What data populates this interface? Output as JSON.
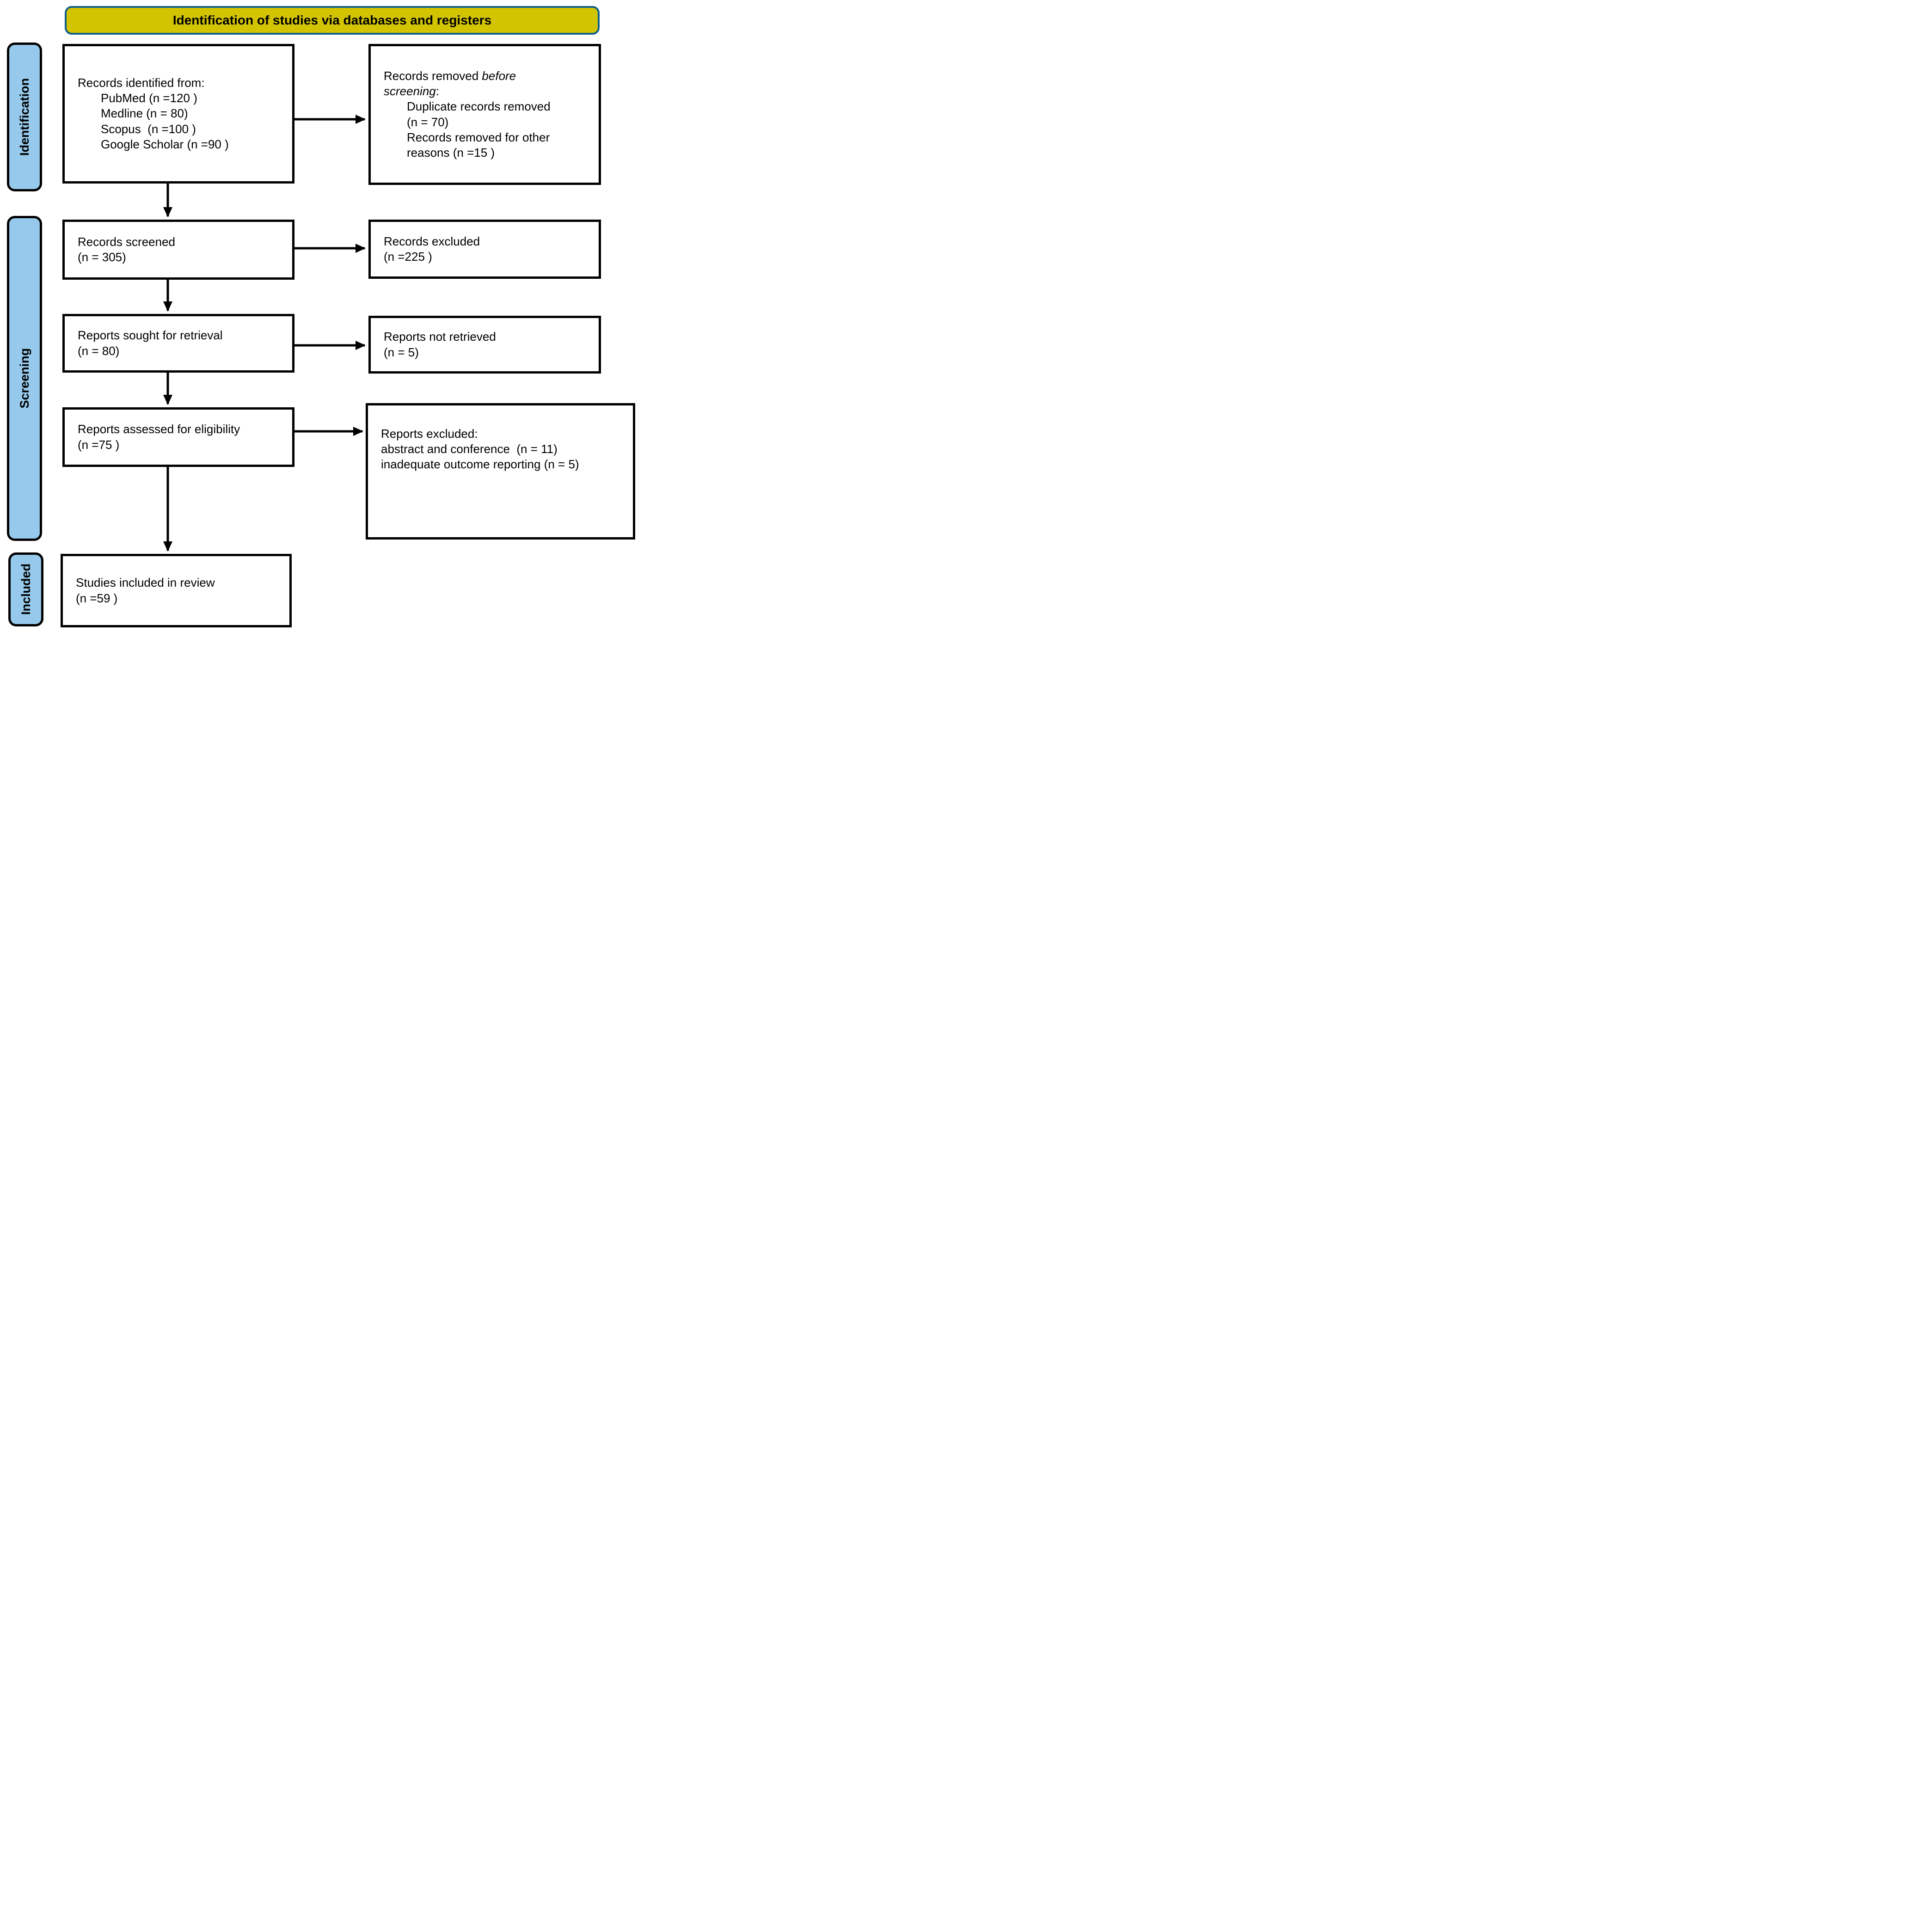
{
  "banner": {
    "label": "Identification of studies via databases and registers"
  },
  "colors": {
    "banner_fill": "#d2c400",
    "banner_border": "#12608a",
    "stage_fill": "#96c9eb",
    "box_border": "#000000"
  },
  "stages": [
    {
      "label": "Identification"
    },
    {
      "label": "Screening"
    },
    {
      "label": "Included"
    }
  ],
  "boxes": {
    "records_identified": {
      "lines": [
        {
          "parts": [
            {
              "t": "Records identified from:"
            }
          ]
        },
        {
          "parts": [
            {
              "t": "PubMed (n =120 )"
            }
          ],
          "indent": true
        },
        {
          "parts": [
            {
              "t": "Medline (n = 80)"
            }
          ],
          "indent": true
        },
        {
          "parts": [
            {
              "t": "Scopus  (n =100 )"
            }
          ],
          "indent": true
        },
        {
          "parts": [
            {
              "t": "Google Scholar (n =90 )"
            }
          ],
          "indent": true
        }
      ]
    },
    "records_removed": {
      "lines": [
        {
          "parts": [
            {
              "t": "Records removed "
            },
            {
              "t": "before",
              "i": true
            }
          ]
        },
        {
          "parts": [
            {
              "t": "screening",
              "i": true
            },
            {
              "t": ":"
            }
          ]
        },
        {
          "parts": [
            {
              "t": "Duplicate records removed"
            }
          ],
          "indent": true
        },
        {
          "parts": [
            {
              "t": "(n = 70)"
            }
          ],
          "indent": true
        },
        {
          "parts": [
            {
              "t": "Records removed for other"
            }
          ],
          "indent": true
        },
        {
          "parts": [
            {
              "t": "reasons (n =15 )"
            }
          ],
          "indent": true
        }
      ]
    },
    "records_screened": {
      "lines": [
        {
          "parts": [
            {
              "t": "Records screened"
            }
          ]
        },
        {
          "parts": [
            {
              "t": "(n = 305)"
            }
          ]
        }
      ]
    },
    "records_excluded": {
      "lines": [
        {
          "parts": [
            {
              "t": "Records excluded"
            }
          ]
        },
        {
          "parts": [
            {
              "t": "(n =225 )"
            }
          ]
        }
      ]
    },
    "reports_sought": {
      "lines": [
        {
          "parts": [
            {
              "t": "Reports sought for retrieval"
            }
          ]
        },
        {
          "parts": [
            {
              "t": "(n = 80)"
            }
          ]
        }
      ]
    },
    "reports_not_retrieved": {
      "lines": [
        {
          "parts": [
            {
              "t": "Reports not retrieved"
            }
          ]
        },
        {
          "parts": [
            {
              "t": "(n = 5)"
            }
          ]
        }
      ]
    },
    "reports_assessed": {
      "lines": [
        {
          "parts": [
            {
              "t": "Reports assessed for eligibility"
            }
          ]
        },
        {
          "parts": [
            {
              "t": "(n =75 )"
            }
          ]
        }
      ]
    },
    "reports_excluded": {
      "lines": [
        {
          "parts": [
            {
              "t": "Reports excluded:"
            }
          ]
        },
        {
          "parts": [
            {
              "t": "abstract and conference  (n = 11)"
            }
          ]
        },
        {
          "parts": [
            {
              "t": "inadequate outcome reporting (n = 5)"
            }
          ]
        }
      ]
    },
    "studies_included": {
      "lines": [
        {
          "parts": [
            {
              "t": "Studies included in review"
            }
          ]
        },
        {
          "parts": [
            {
              "t": "(n =59 )"
            }
          ]
        }
      ]
    }
  }
}
